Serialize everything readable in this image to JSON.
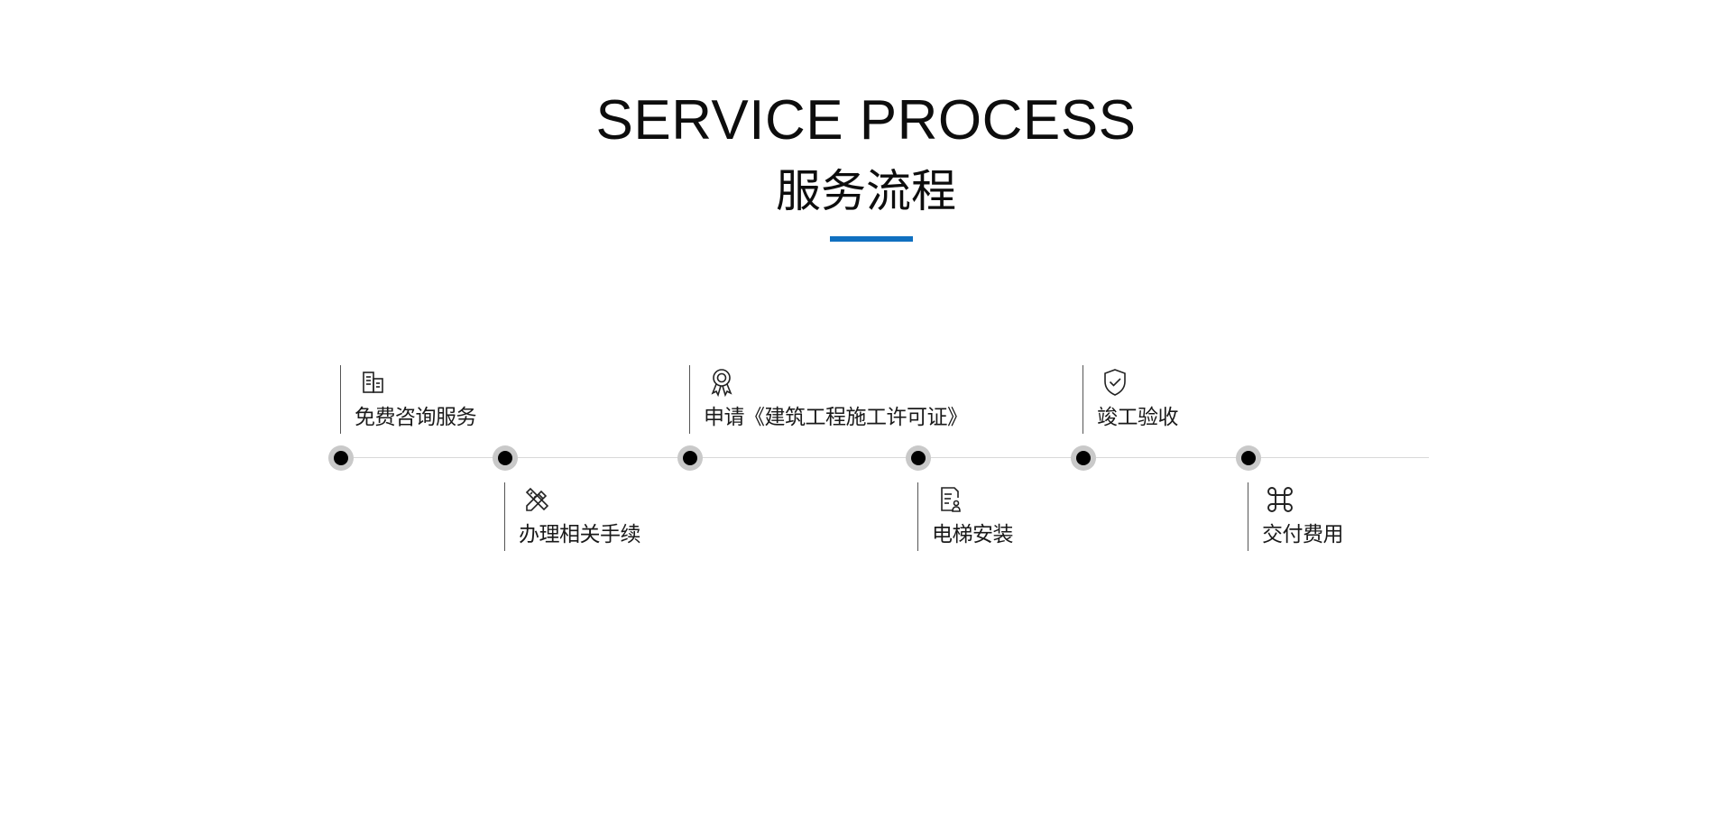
{
  "header": {
    "title_en": "SERVICE PROCESS",
    "title_cn": "服务流程",
    "accent_color": "#1070c0"
  },
  "steps": [
    {
      "label": "免费咨询服务",
      "icon": "building-icon",
      "position": "above"
    },
    {
      "label": "办理相关手续",
      "icon": "pencil-ruler-icon",
      "position": "below"
    },
    {
      "label": "申请《建筑工程施工许可证》",
      "icon": "award-badge-icon",
      "position": "above"
    },
    {
      "label": "电梯安装",
      "icon": "document-user-icon",
      "position": "below"
    },
    {
      "label": "竣工验收",
      "icon": "shield-check-icon",
      "position": "above"
    },
    {
      "label": "交付费用",
      "icon": "command-icon",
      "position": "below"
    }
  ]
}
